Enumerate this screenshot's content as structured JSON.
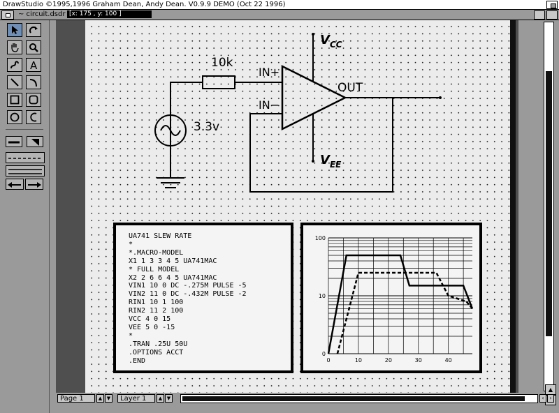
{
  "screen_title": "DrawStudio ©1995,1996 Graham Dean, Andy Dean. V0.9.9 DEMO (Oct 22 1996)",
  "window": {
    "filename": "~ circuit.dsdr",
    "coords": "[x: 175   , y: 100   ]"
  },
  "toolbox": {
    "tools": [
      "select-arrow",
      "rotate",
      "pan-hand",
      "magnify",
      "freehand",
      "text",
      "line",
      "arc",
      "rectangle",
      "rounded-rectangle",
      "ellipse",
      "ellipse-arc"
    ],
    "text_tool_glyph": "A"
  },
  "circuit": {
    "resistor_label": "10k",
    "source_label": "3.3v",
    "in_plus": "IN+",
    "in_minus": "IN−",
    "out_label": "OUT",
    "vcc_main": "V",
    "vcc_sub": "CC",
    "vee_main": "V",
    "vee_sub": "EE"
  },
  "netlist": [
    "UA741 SLEW RATE",
    "*",
    "*.MACRO-MODEL",
    "X1 1 3 3 4 5 UA741MAC",
    "* FULL MODEL",
    "X2 2 6 6 4 5 UA741MAC",
    "VIN1 10 0 DC -.275M PULSE -5",
    "VIN2 11 0 DC -.432M PULSE -2",
    "RIN1 10 1 100",
    "RIN2 11 2 100",
    "VCC 4 0 15",
    "VEE 5 0 -15",
    "*",
    ".TRAN .25U 50U",
    ".OPTIONS ACCT",
    ".END"
  ],
  "chart_data": {
    "type": "line",
    "yscale": "log",
    "xlim": [
      0,
      48
    ],
    "ylim": [
      1,
      100
    ],
    "y_ticks": [
      "100",
      "10",
      "0"
    ],
    "x_ticks": [
      "0",
      "10",
      "20",
      "30",
      "40"
    ],
    "series": [
      {
        "style": "solid",
        "x": [
          0,
          6,
          24,
          27,
          45,
          48
        ],
        "y": [
          1,
          50,
          50,
          15,
          15,
          6
        ]
      },
      {
        "style": "dashed",
        "x": [
          3,
          10,
          36,
          40,
          46,
          48
        ],
        "y": [
          1,
          25,
          25,
          10,
          8,
          6
        ]
      }
    ]
  },
  "bottom": {
    "page_label": "Page 1",
    "layer_label": "Layer 1"
  }
}
